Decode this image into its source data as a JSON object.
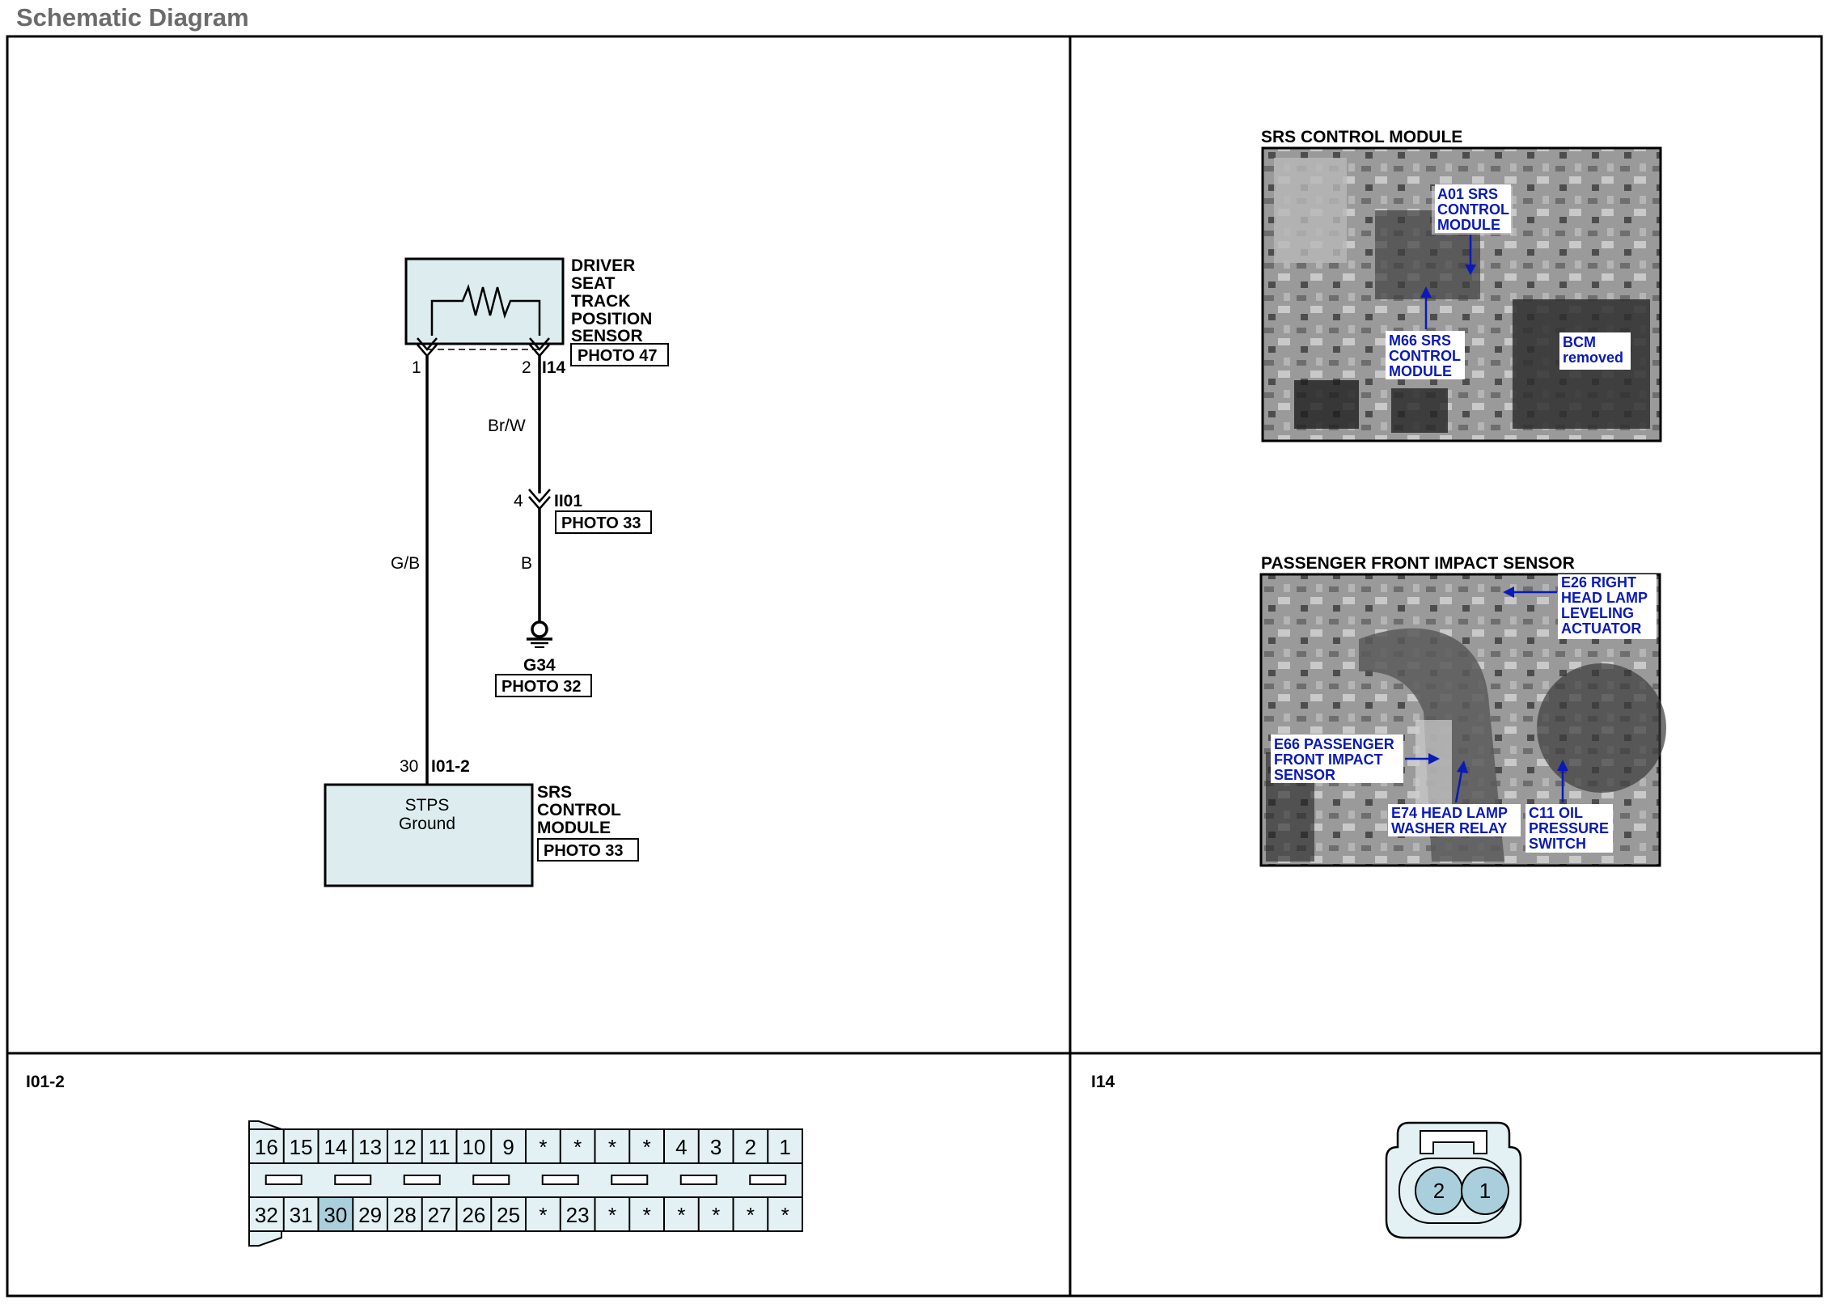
{
  "page_title": "Schematic Diagram",
  "schematic": {
    "sensor": {
      "name_lines": [
        "DRIVER",
        "SEAT",
        "TRACK",
        "POSITION",
        "SENSOR"
      ],
      "photo": "PHOTO 47",
      "pin_left": "1",
      "pin_right": "2",
      "connector": "I14"
    },
    "wire_right_upper": "Br/W",
    "inline_connector": {
      "pin": "4",
      "name": "II01",
      "photo": "PHOTO 33"
    },
    "wire_right_lower": "B",
    "ground": {
      "name": "G34",
      "photo": "PHOTO 32"
    },
    "wire_left": "G/B",
    "module": {
      "pin": "30",
      "connector": "I01-2",
      "inner_lines": [
        "STPS",
        "Ground"
      ],
      "name_lines": [
        "SRS",
        "CONTROL",
        "MODULE"
      ],
      "photo": "PHOTO 33"
    }
  },
  "photos": [
    {
      "title": "SRS CONTROL MODULE",
      "callouts": [
        [
          "A01 SRS",
          "CONTROL",
          "MODULE"
        ],
        [
          "M66 SRS",
          "CONTROL",
          "MODULE"
        ],
        [
          "BCM",
          "removed"
        ]
      ]
    },
    {
      "title": "PASSENGER FRONT IMPACT SENSOR",
      "callouts": [
        [
          "E26 RIGHT",
          "HEAD LAMP",
          "LEVELING",
          "ACTUATOR"
        ],
        [
          "E66 PASSENGER",
          "FRONT IMPACT",
          "SENSOR"
        ],
        [
          "E74 HEAD LAMP",
          "WASHER RELAY"
        ],
        [
          "C11 OIL",
          "PRESSURE",
          "SWITCH"
        ]
      ]
    }
  ],
  "connector_i01": {
    "label": "I01-2",
    "top_row": [
      "16",
      "15",
      "14",
      "13",
      "12",
      "11",
      "10",
      "9",
      "*",
      "*",
      "*",
      "*",
      "4",
      "3",
      "2",
      "1"
    ],
    "bottom_row": [
      "32",
      "31",
      "30",
      "29",
      "28",
      "27",
      "26",
      "25",
      "*",
      "23",
      "*",
      "*",
      "*",
      "*",
      "*",
      "*"
    ],
    "highlighted_pin": "30"
  },
  "connector_i14": {
    "label": "I14",
    "pins": [
      "2",
      "1"
    ]
  },
  "colors": {
    "module_fill": "#dcecef",
    "pin_highlight": "#a9cfdc",
    "connector_fill": "#e3f1f4",
    "callout_text": "#0a1ab8",
    "title_gray": "#6b6b6b"
  }
}
